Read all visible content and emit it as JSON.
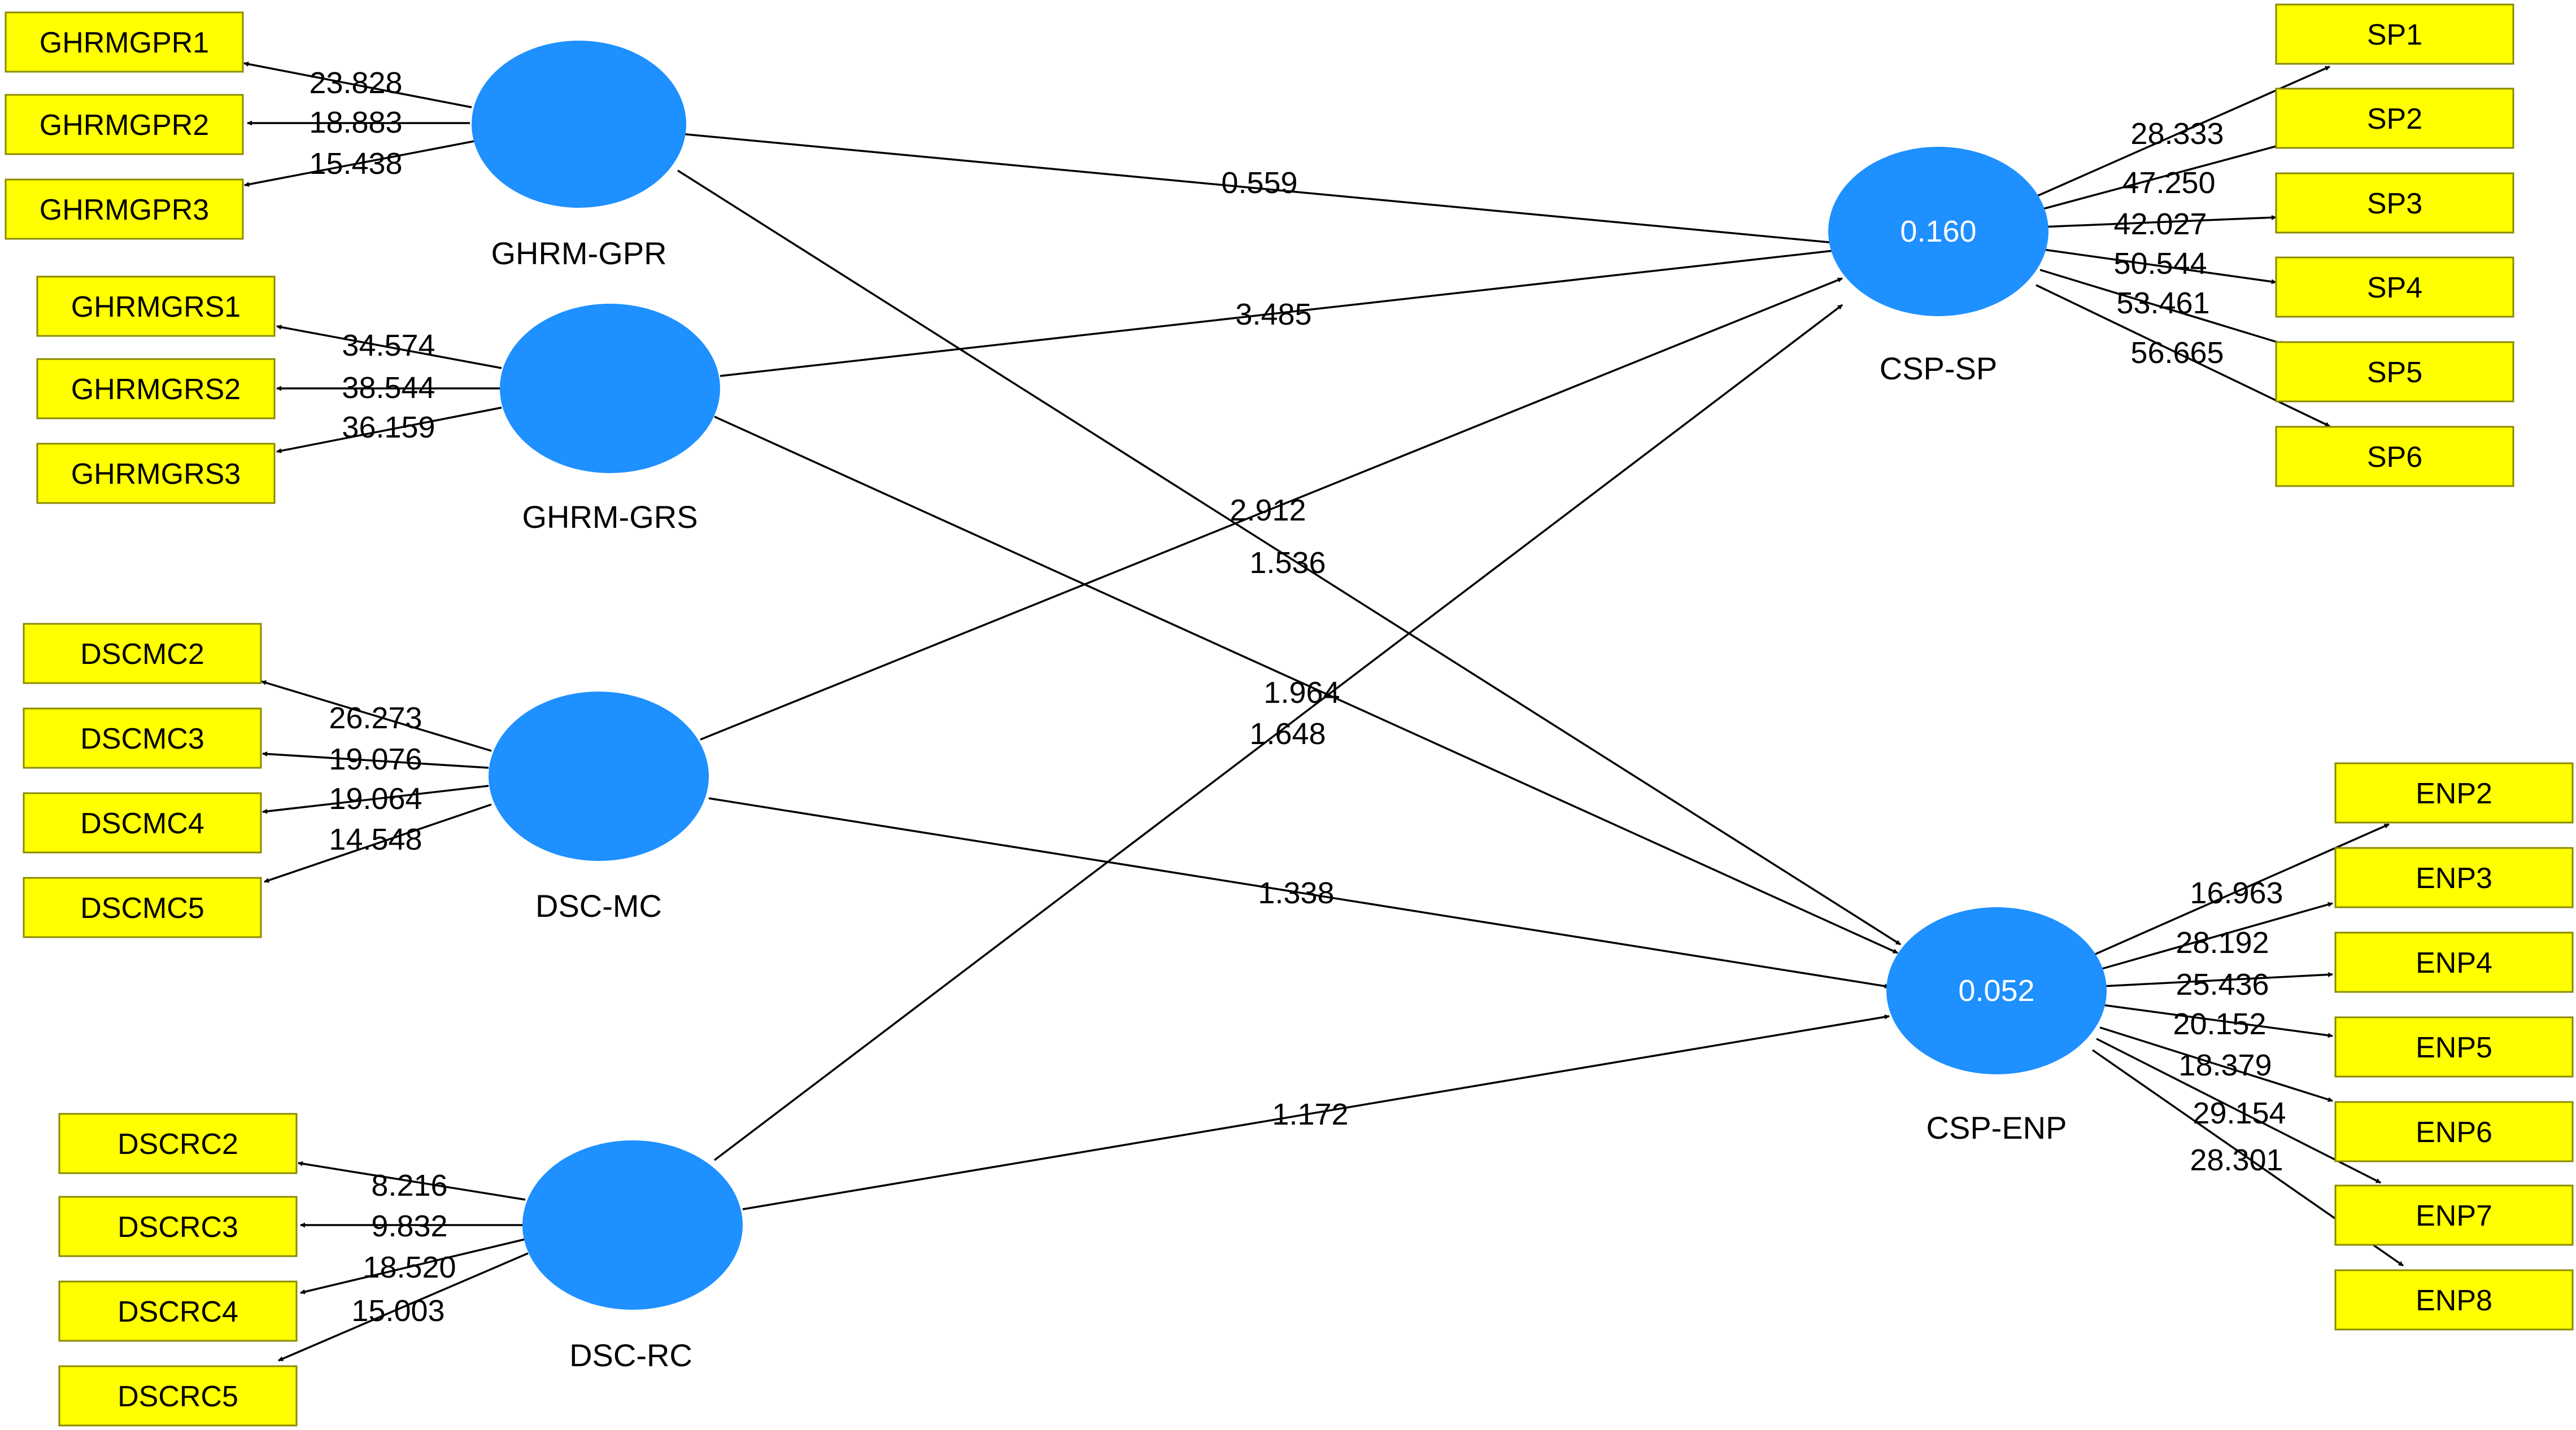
{
  "diagram": {
    "colors": {
      "latent_fill": "#1e90ff",
      "indicator_fill": "#ffff00",
      "indicator_border": "#8a8a00",
      "edge": "#000000",
      "latent_value_text": "#ffffff"
    },
    "latents": {
      "gpr": {
        "name": "GHRM-GPR",
        "value": ""
      },
      "grs": {
        "name": "GHRM-GRS",
        "value": ""
      },
      "mc": {
        "name": "DSC-MC",
        "value": ""
      },
      "rc": {
        "name": "DSC-RC",
        "value": ""
      },
      "sp": {
        "name": "CSP-SP",
        "value": "0.160"
      },
      "enp": {
        "name": "CSP-ENP",
        "value": "0.052"
      }
    },
    "indicators": {
      "gpr": [
        {
          "label": "GHRMGPR1",
          "loading": "23.828"
        },
        {
          "label": "GHRMGPR2",
          "loading": "18.883"
        },
        {
          "label": "GHRMGPR3",
          "loading": "15.438"
        }
      ],
      "grs": [
        {
          "label": "GHRMGRS1",
          "loading": "34.574"
        },
        {
          "label": "GHRMGRS2",
          "loading": "38.544"
        },
        {
          "label": "GHRMGRS3",
          "loading": "36.159"
        }
      ],
      "mc": [
        {
          "label": "DSCMC2",
          "loading": "26.273"
        },
        {
          "label": "DSCMC3",
          "loading": "19.076"
        },
        {
          "label": "DSCMC4",
          "loading": "19.064"
        },
        {
          "label": "DSCMC5",
          "loading": "14.548"
        }
      ],
      "rc": [
        {
          "label": "DSCRC2",
          "loading": "8.216"
        },
        {
          "label": "DSCRC3",
          "loading": "9.832"
        },
        {
          "label": "DSCRC4",
          "loading": "18.520"
        },
        {
          "label": "DSCRC5",
          "loading": "15.003"
        }
      ],
      "sp": [
        {
          "label": "SP1",
          "loading": "28.333"
        },
        {
          "label": "SP2",
          "loading": "47.250"
        },
        {
          "label": "SP3",
          "loading": "42.027"
        },
        {
          "label": "SP4",
          "loading": "50.544"
        },
        {
          "label": "SP5",
          "loading": "53.461"
        },
        {
          "label": "SP6",
          "loading": "56.665"
        }
      ],
      "enp": [
        {
          "label": "ENP2",
          "loading": "16.963"
        },
        {
          "label": "ENP3",
          "loading": "28.192"
        },
        {
          "label": "ENP4",
          "loading": "25.436"
        },
        {
          "label": "ENP5",
          "loading": "20.152"
        },
        {
          "label": "ENP6",
          "loading": "18.379"
        },
        {
          "label": "ENP7",
          "loading": "29.154"
        },
        {
          "label": "ENP8",
          "loading": "28.301"
        }
      ]
    },
    "paths": {
      "gpr_sp": "0.559",
      "grs_sp": "3.485",
      "mc_sp": "2.912",
      "gpr_enp": "1.536",
      "grs_enp": "1.964",
      "rc_sp": "1.648",
      "mc_enp": "1.338",
      "rc_enp": "1.172"
    }
  }
}
